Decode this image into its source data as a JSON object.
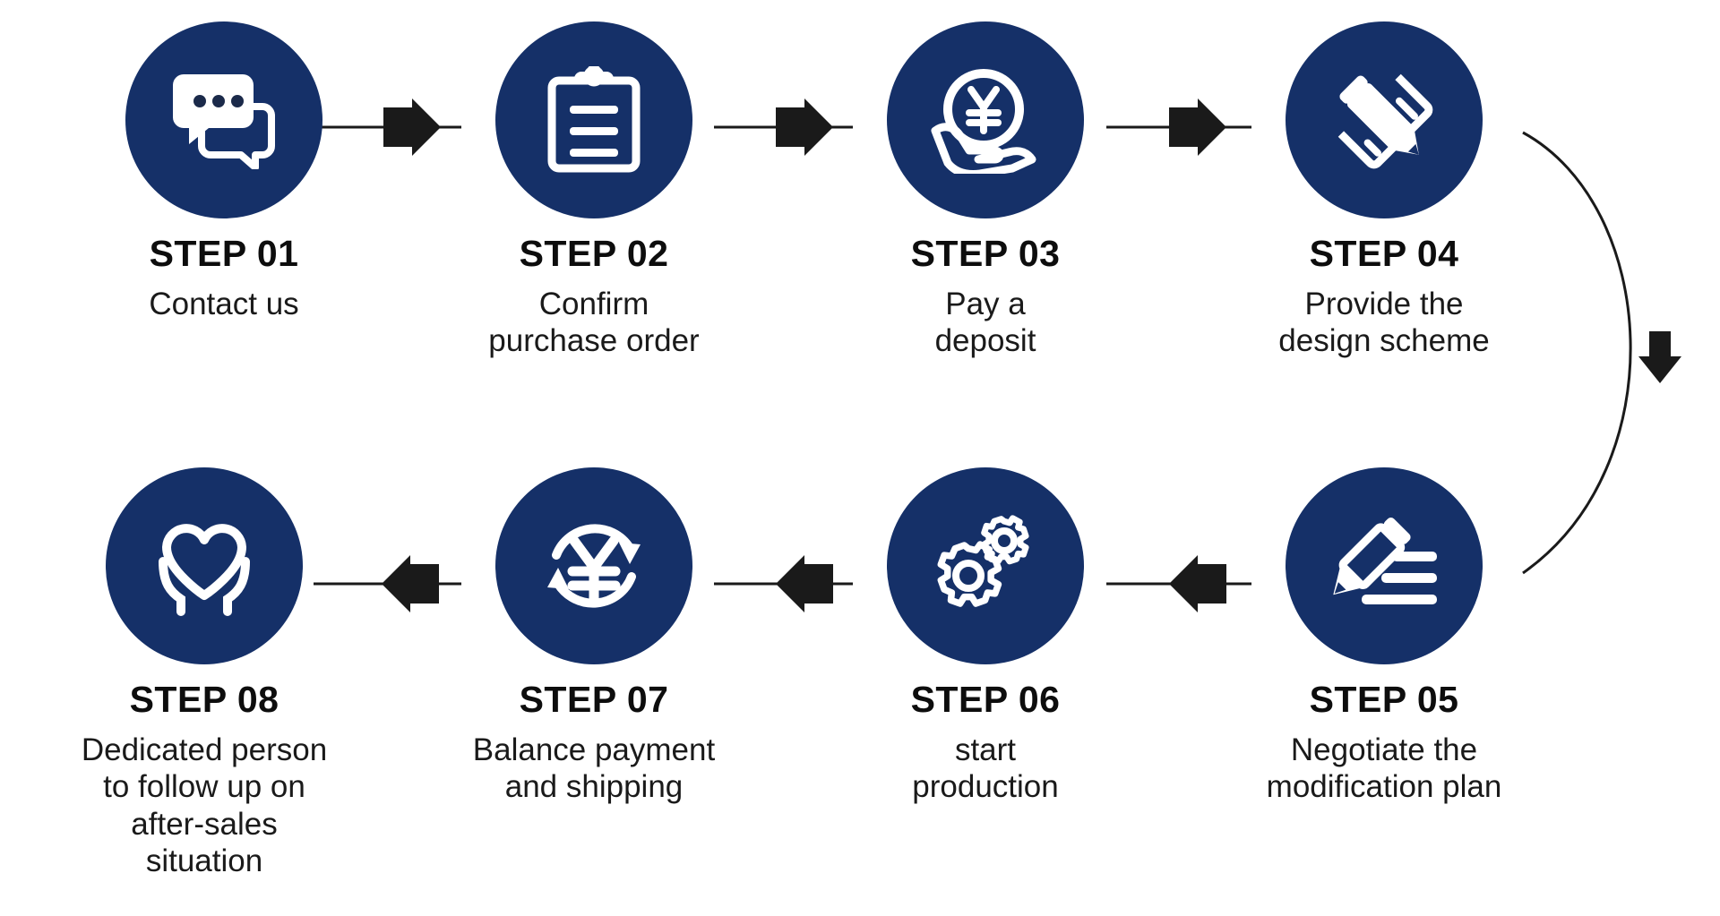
{
  "theme": {
    "circle_color": "#153068",
    "icon_color": "#ffffff",
    "arrow_color": "#1a1a1a",
    "line_color": "#1a1a1a",
    "text_color": "#0d0d0d",
    "background": "#ffffff"
  },
  "steps": [
    {
      "id": "01",
      "title": "STEP 01",
      "desc": "Contact us",
      "icon": "chat-bubbles-icon"
    },
    {
      "id": "02",
      "title": "STEP 02",
      "desc": "Confirm\npurchase order",
      "icon": "clipboard-icon"
    },
    {
      "id": "03",
      "title": "STEP 03",
      "desc": "Pay a\ndeposit",
      "icon": "hand-holding-yen-coin-icon"
    },
    {
      "id": "04",
      "title": "STEP 04",
      "desc": "Provide the\ndesign scheme",
      "icon": "pencil-and-ruler-icon"
    },
    {
      "id": "05",
      "title": "STEP 05",
      "desc": "Negotiate the\nmodification plan",
      "icon": "pencil-writing-lines-icon"
    },
    {
      "id": "06",
      "title": "STEP 06",
      "desc": "start\nproduction",
      "icon": "gears-icon"
    },
    {
      "id": "07",
      "title": "STEP 07",
      "desc": "Balance payment\nand shipping",
      "icon": "yen-refresh-cycle-icon"
    },
    {
      "id": "08",
      "title": "STEP 08",
      "desc": "Dedicated person\nto follow up on\nafter-sales situation",
      "icon": "heart-in-hands-icon"
    }
  ],
  "connectors": [
    {
      "name": "connector-01-to-02",
      "direction": "right",
      "type": "straight"
    },
    {
      "name": "connector-02-to-03",
      "direction": "right",
      "type": "straight"
    },
    {
      "name": "connector-03-to-04",
      "direction": "right",
      "type": "straight"
    },
    {
      "name": "connector-04-to-05",
      "direction": "down",
      "type": "curved"
    },
    {
      "name": "connector-05-to-06",
      "direction": "left",
      "type": "straight"
    },
    {
      "name": "connector-06-to-07",
      "direction": "left",
      "type": "straight"
    },
    {
      "name": "connector-07-to-08",
      "direction": "left",
      "type": "straight"
    }
  ]
}
